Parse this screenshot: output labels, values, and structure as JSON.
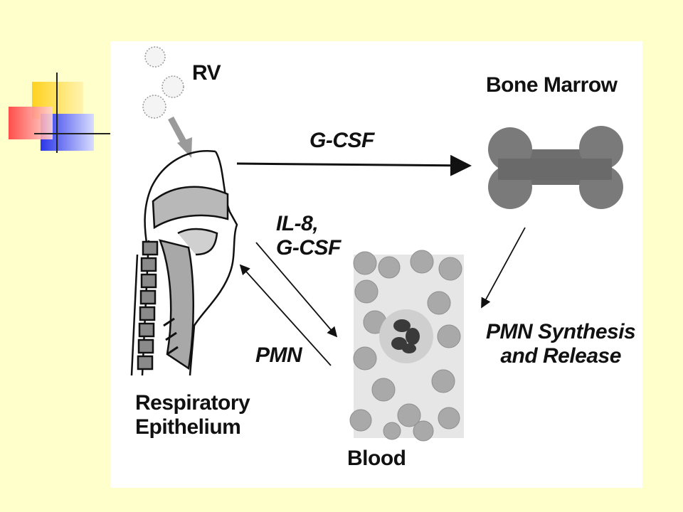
{
  "diagram": {
    "virus_label": "RV",
    "bone_marrow_label": "Bone Marrow",
    "gcsf_label": "G-CSF",
    "il8_gcsf_label": [
      "IL-8,",
      "G-CSF"
    ],
    "pmn_label": "PMN",
    "pmn_synthesis_label": [
      "PMN Synthesis",
      "and Release"
    ],
    "respiratory_label": [
      "Respiratory",
      "Epithelium"
    ],
    "blood_label": "Blood"
  }
}
